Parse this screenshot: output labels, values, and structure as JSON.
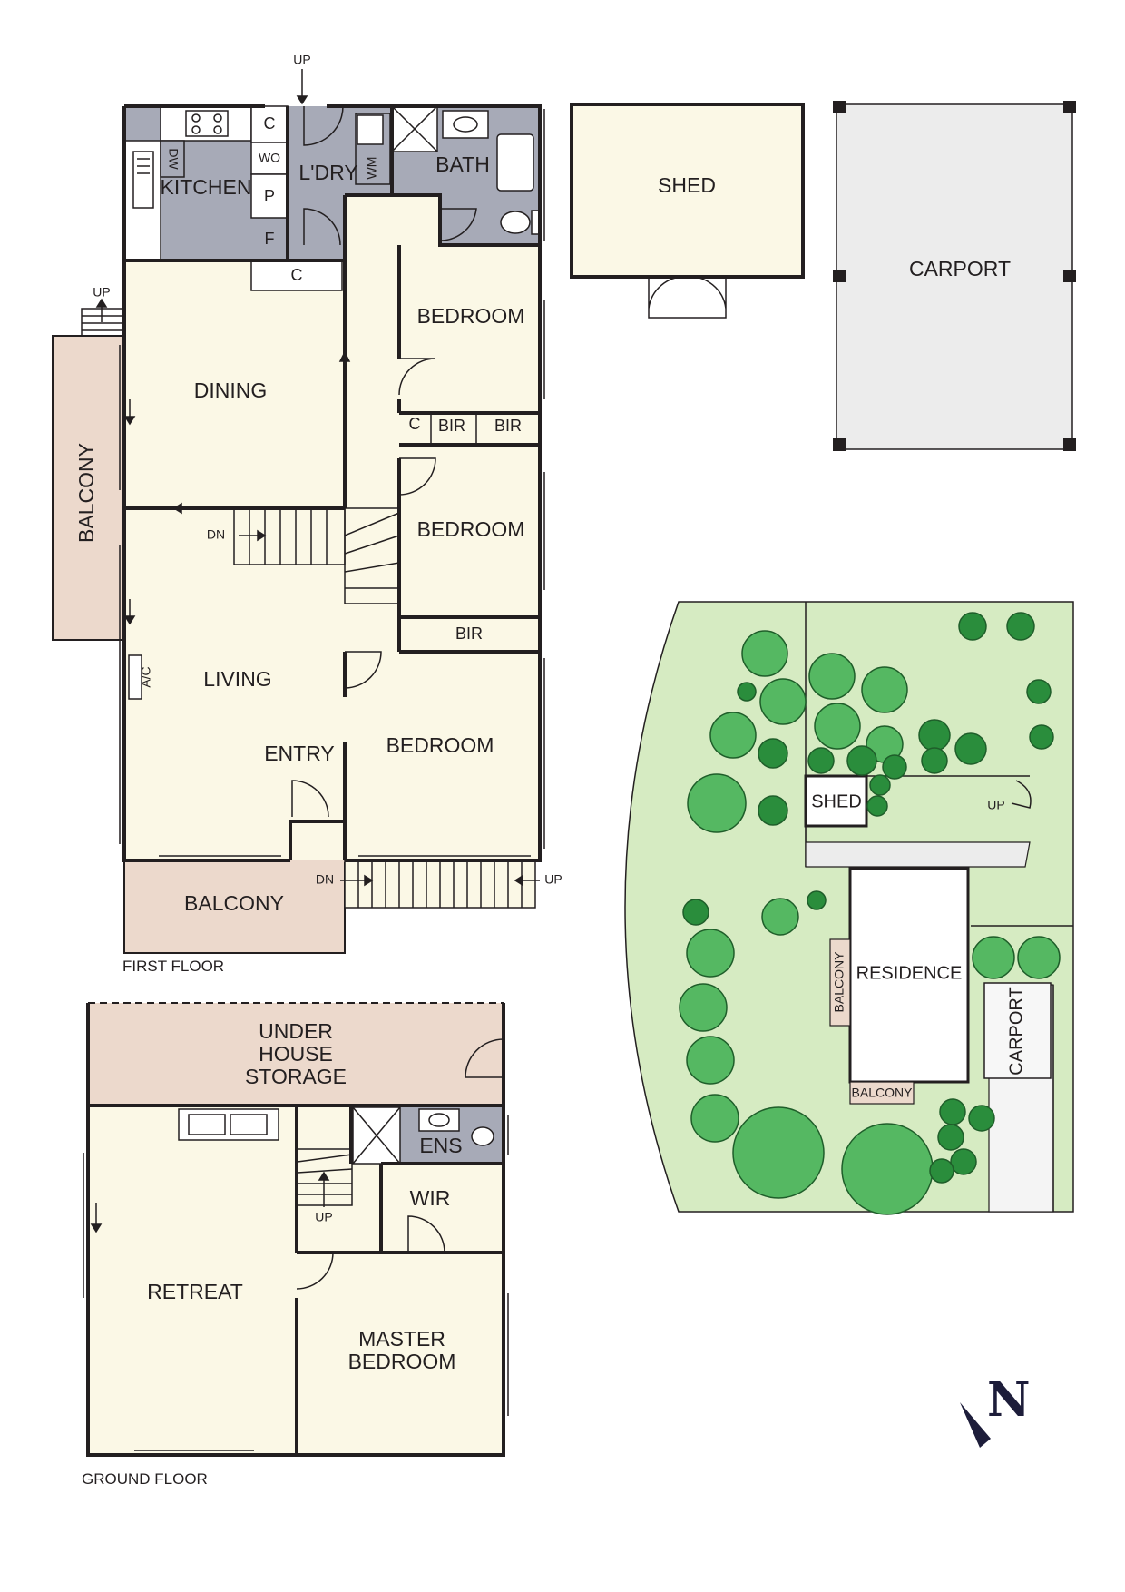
{
  "first_floor": {
    "floor_label": "FIRST FLOOR",
    "rooms": {
      "kitchen": "KITCHEN",
      "laundry": "L'DRY",
      "bath": "BATH",
      "dining": "DINING",
      "living": "LIVING",
      "entry": "ENTRY",
      "bedroom_1": "BEDROOM",
      "bedroom_2": "BEDROOM",
      "bedroom_3": "BEDROOM",
      "balcony_side": "BALCONY",
      "balcony_front": "BALCONY"
    },
    "fixtures": {
      "cupboard_kitchen": "C",
      "wall_oven": "WO",
      "pantry": "P",
      "fridge": "F",
      "dishwasher": "DW",
      "washing_machine": "WM",
      "cupboard_hall": "C",
      "cupboard_bed": "C",
      "bir_1": "BIR",
      "bir_2": "BIR",
      "bir_3": "BIR",
      "air_con": "A/C"
    },
    "arrows": {
      "up_top": "UP",
      "up_balcony": "UP",
      "dn_stairs": "DN",
      "dn_front": "DN",
      "up_front": "UP"
    }
  },
  "outbuildings": {
    "shed": "SHED",
    "carport": "CARPORT"
  },
  "ground_floor": {
    "floor_label": "GROUND FLOOR",
    "rooms": {
      "storage_line1": "UNDER",
      "storage_line2": "HOUSE",
      "storage_line3": "STORAGE",
      "retreat": "RETREAT",
      "ensuite": "ENS",
      "wir": "WIR",
      "master_line1": "MASTER",
      "master_line2": "BEDROOM"
    },
    "arrows": {
      "up_stairs": "UP"
    }
  },
  "site_plan": {
    "shed": "SHED",
    "residence": "RESIDENCE",
    "carport": "CARPORT",
    "balcony_side": "BALCONY",
    "balcony_front": "BALCONY",
    "up": "UP"
  },
  "north": "N",
  "colors": {
    "room_fill": "#fbf8e6",
    "wet_fill": "#a7aab7",
    "balcony_fill": "#ecd9cc",
    "carport_fill": "#ececec",
    "site_grass": "#d6ebc2",
    "tree_dark": "#2a8d3c",
    "tree_light": "#55b862",
    "wall": "#231f20"
  }
}
